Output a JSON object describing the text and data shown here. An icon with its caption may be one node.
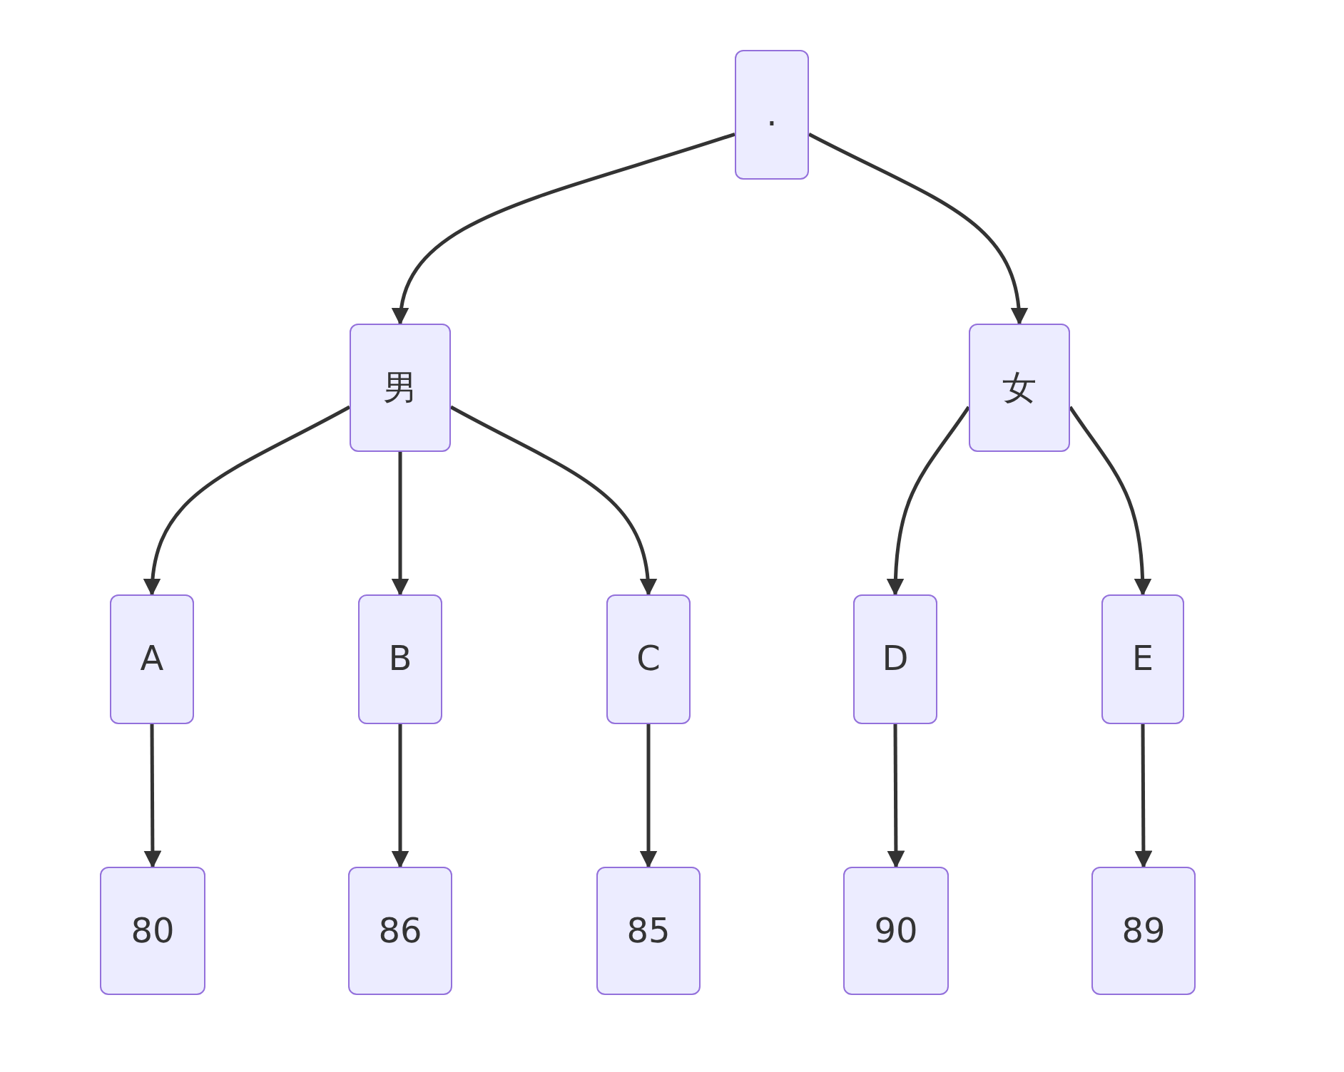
{
  "diagram": {
    "nodes": [
      {
        "text": [
          "."
        ]
      },
      {
        "text": [
          "男"
        ]
      },
      {
        "text": [
          "女"
        ]
      },
      {
        "text": [
          "A"
        ]
      },
      {
        "text": [
          "B"
        ]
      },
      {
        "text": [
          "C"
        ]
      },
      {
        "text": [
          "D"
        ]
      },
      {
        "text": [
          "E"
        ]
      },
      {
        "text": [
          "80"
        ]
      },
      {
        "text": [
          "86"
        ]
      },
      {
        "text": [
          "85"
        ]
      },
      {
        "text": [
          "90"
        ]
      },
      {
        "text": [
          "89"
        ]
      }
    ],
    "edges": [
      {
        "from": 0,
        "to": 1,
        "arrow": "to"
      },
      {
        "from": 0,
        "to": 2,
        "arrow": "to"
      },
      {
        "from": 1,
        "to": 3,
        "arrow": "to"
      },
      {
        "from": 1,
        "to": 4,
        "arrow": "to"
      },
      {
        "from": 1,
        "to": 5,
        "arrow": "to"
      },
      {
        "from": 2,
        "to": 6,
        "arrow": "to"
      },
      {
        "from": 2,
        "to": 7,
        "arrow": "to"
      },
      {
        "from": 3,
        "to": 8,
        "arrow": "to"
      },
      {
        "from": 4,
        "to": 9,
        "arrow": "to"
      },
      {
        "from": 5,
        "to": 10,
        "arrow": "to"
      },
      {
        "from": 6,
        "to": 11,
        "arrow": "to"
      },
      {
        "from": 7,
        "to": 12,
        "arrow": "to"
      }
    ]
  }
}
